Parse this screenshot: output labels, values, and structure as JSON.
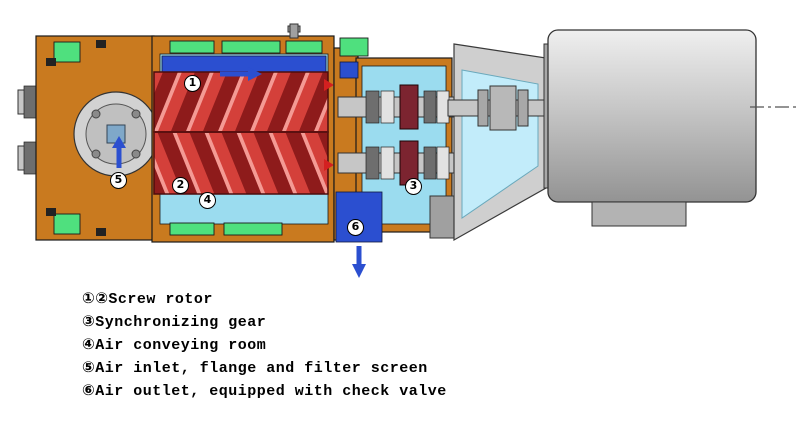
{
  "diagram": {
    "callouts": [
      {
        "num": "1"
      },
      {
        "num": "2"
      },
      {
        "num": "3"
      },
      {
        "num": "4"
      },
      {
        "num": "5"
      },
      {
        "num": "6"
      }
    ],
    "colors": {
      "casing-orange": "#c97a1f",
      "interior-cyan": "#9bdcef",
      "rotor-dark": "#8e1b1b",
      "rotor-mid": "#d4403a",
      "rotor-light": "#f49a94",
      "seal-green": "#4fe07e",
      "air-blue": "#2b4fd0",
      "metal-gray": "#c6c6c6",
      "gear-maroon": "#7c2430"
    }
  },
  "legend": {
    "items": [
      {
        "label": "①②Screw rotor"
      },
      {
        "label": "③Synchronizing gear"
      },
      {
        "label": "④Air conveying room"
      },
      {
        "label": "⑤Air inlet, flange and filter screen"
      },
      {
        "label": "⑥Air outlet, equipped with check valve"
      }
    ]
  }
}
